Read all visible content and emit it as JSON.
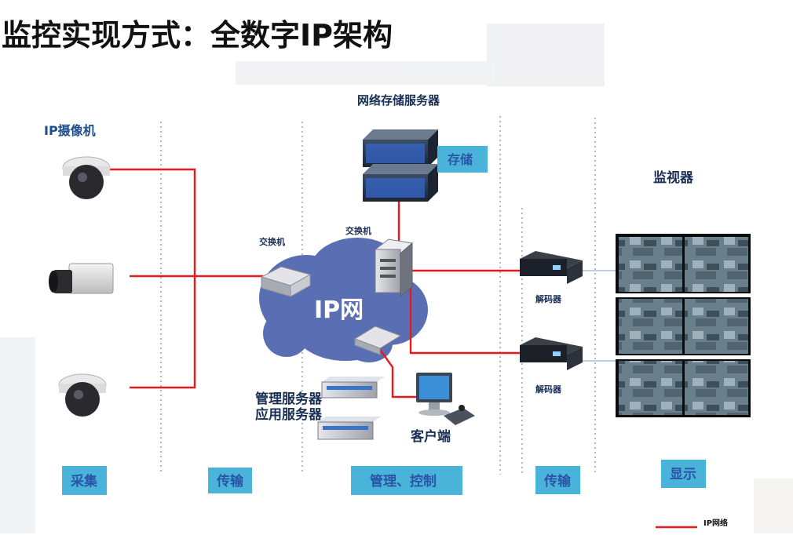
{
  "title": "监控实现方式：全数字IP架构",
  "labels": {
    "ip_camera": "IP摄像机",
    "storage_server": "网络存储服务器",
    "storage": "存储",
    "switch_left": "交换机",
    "switch_right": "交换机",
    "ip_network": "IP网",
    "management_server": "管理服务器",
    "application_server": "应用服务器",
    "client": "客户端",
    "decoder_top": "解码器",
    "decoder_bottom": "解码器",
    "monitor": "监视器"
  },
  "stages": [
    "采集",
    "传输",
    "管理、控制",
    "传输",
    "显示"
  ],
  "legend": {
    "label": "IP网络",
    "color": "#e8191c"
  },
  "colors": {
    "network_line": "#e8191c",
    "cloud": "#5a6fb3",
    "stage_box": "#4ab3d9",
    "label_blue": "#1f4e8c"
  }
}
